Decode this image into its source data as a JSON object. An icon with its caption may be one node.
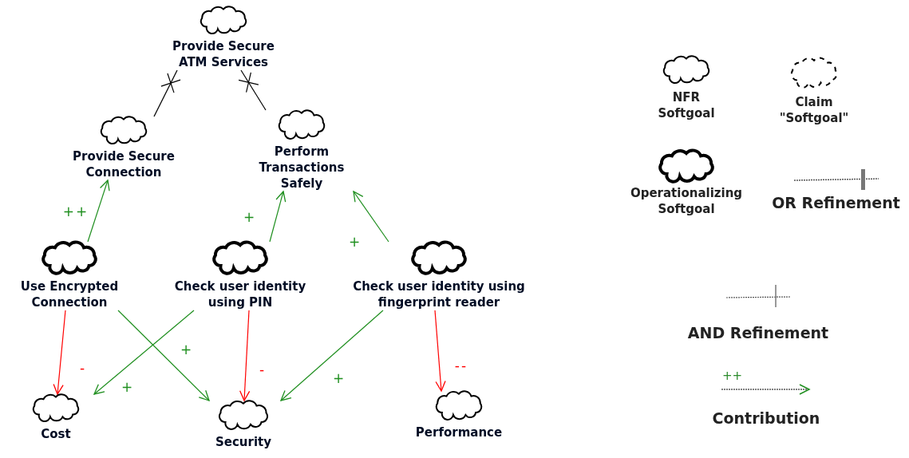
{
  "diagram": {
    "nodes": [
      {
        "text": [
          "Provide Secure ATM Services"
        ]
      },
      {
        "text": [
          "Provide Secure Connection"
        ]
      },
      {
        "text": [
          "Perform Transactions Safely"
        ]
      },
      {
        "text": [
          "Use Encrypted Connection"
        ]
      },
      {
        "text": [
          "Check user identity using PIN"
        ]
      },
      {
        "text": [
          "Check user identity using fingerprint reader"
        ]
      },
      {
        "text": [
          "Cost"
        ]
      },
      {
        "text": [
          "Security"
        ]
      },
      {
        "text": [
          "Performance"
        ]
      }
    ],
    "edges": [
      {
        "from": 1,
        "to": 0,
        "arrow": "other",
        "color": "#000000"
      },
      {
        "from": 2,
        "to": 0,
        "arrow": "other",
        "color": "#000000"
      },
      {
        "from": 3,
        "to": 1,
        "arrow": "to",
        "label": "++"
      },
      {
        "from": 4,
        "to": 2,
        "arrow": "to",
        "label": "+"
      },
      {
        "from": 5,
        "to": 2,
        "arrow": "to",
        "label": "+"
      },
      {
        "from": 3,
        "to": 6,
        "arrow": "to",
        "label": "-",
        "color": "#ff0000"
      },
      {
        "from": 3,
        "to": 7,
        "arrow": "to",
        "label": "+"
      },
      {
        "from": 4,
        "to": 6,
        "arrow": "to",
        "label": "+"
      },
      {
        "from": 4,
        "to": 7,
        "arrow": "to",
        "label": "-",
        "color": "#ff0000"
      },
      {
        "from": 5,
        "to": 7,
        "arrow": "to",
        "label": "+"
      },
      {
        "from": 5,
        "to": 8,
        "arrow": "to",
        "label": "--",
        "color": "#ff0000"
      }
    ],
    "labels": [
      "++"
    ],
    "legend": [
      {
        "text": "NFR Softgoal"
      },
      {
        "text": "Claim \"Softgoal\""
      },
      {
        "text": "Operationalizing Softgoal"
      },
      {
        "text": "OR Refinement"
      },
      {
        "text": "AND Refinement"
      },
      {
        "text": "Contribution"
      }
    ]
  }
}
